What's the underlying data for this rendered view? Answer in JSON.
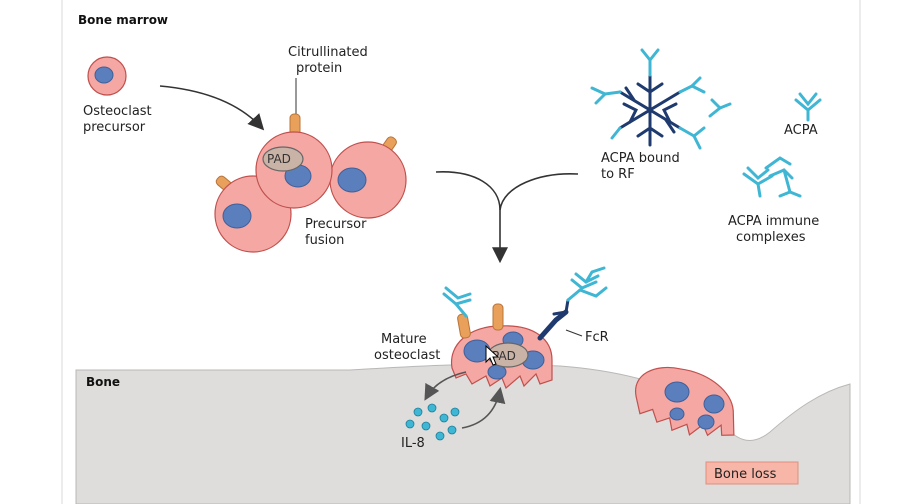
{
  "sections": {
    "bone_marrow": "Bone marrow",
    "bone": "Bone"
  },
  "labels": {
    "osteoclast_precursor": [
      "Osteoclast",
      "precursor"
    ],
    "citrullinated_protein": [
      "Citrullinated",
      "protein"
    ],
    "pad": "PAD",
    "precursor_fusion": [
      "Precursor",
      "fusion"
    ],
    "acpa_bound_rf": [
      "ACPA bound",
      "to RF"
    ],
    "acpa": "ACPA",
    "acpa_immune_complexes": [
      "ACPA immune",
      "complexes"
    ],
    "mature_osteoclast": [
      "Mature",
      "osteoclast"
    ],
    "fcr": "FcR",
    "il8": "IL-8",
    "bone_loss": "Bone loss"
  },
  "colors": {
    "cell_fill": "#f4a7a3",
    "cell_stroke": "#c0504d",
    "nucleus": "#5b7fbd",
    "protein": "#e8a05a",
    "antibody": "#3fb6d3",
    "rf": "#1f3a6e",
    "bone": "#dcdcda",
    "bone_loss_box": "#f7b6a7"
  },
  "icons": {
    "cursor": "cursor-arrow-icon"
  }
}
